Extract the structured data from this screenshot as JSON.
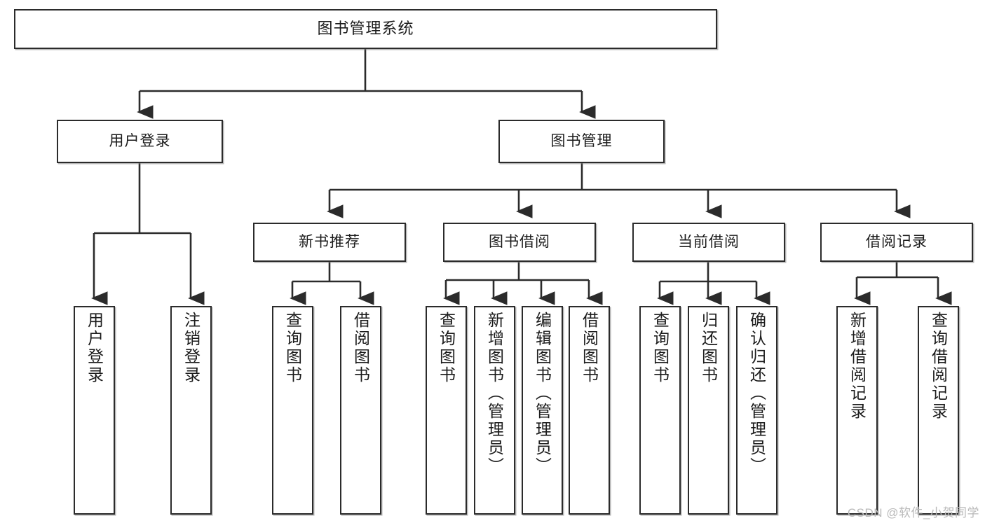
{
  "diagram": {
    "title": "图书管理系统",
    "type": "hierarchy-tree",
    "colors": {
      "box_border": "#2b2b2b",
      "box_fill": "#ffffff",
      "connector": "#2b2b2b",
      "text": "#1b1b1b",
      "watermark": "#b9b9b9"
    },
    "root": {
      "label": "图书管理系统"
    },
    "level2": [
      {
        "label": "用户登录"
      },
      {
        "label": "图书管理"
      }
    ],
    "level3": [
      {
        "label": "新书推荐"
      },
      {
        "label": "图书借阅"
      },
      {
        "label": "当前借阅"
      },
      {
        "label": "借阅记录"
      }
    ],
    "leaves": {
      "user_login": [
        {
          "label": "用户登录"
        },
        {
          "label": "注销登录"
        }
      ],
      "new_book_recommend": [
        {
          "label": "查询图书"
        },
        {
          "label": "借阅图书"
        }
      ],
      "book_borrow": [
        {
          "label": "查询图书"
        },
        {
          "label": "新增图书（管理员）"
        },
        {
          "label": "编辑图书（管理员）"
        },
        {
          "label": "借阅图书"
        }
      ],
      "current_borrow": [
        {
          "label": "查询图书"
        },
        {
          "label": "归还图书"
        },
        {
          "label": "确认归还（管理员）"
        }
      ],
      "borrow_record": [
        {
          "label": "新增借阅记录"
        },
        {
          "label": "查询借阅记录"
        }
      ]
    }
  },
  "watermark": {
    "text": "CSDN @软件_小贺同学"
  }
}
